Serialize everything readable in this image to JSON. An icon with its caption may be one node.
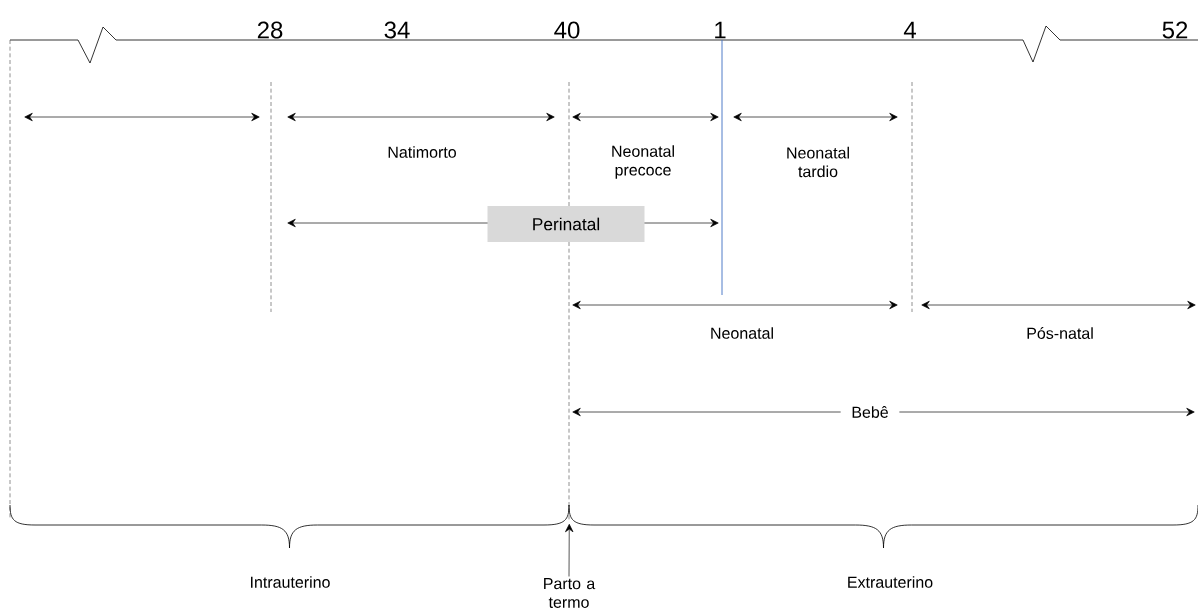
{
  "diagram": {
    "nodes": [
      {
        "text": [
          "Perinatal"
        ]
      },
      {
        "text": [
          "Parto a termo"
        ]
      },
      {
        "text": [],
        "shape": "brace"
      },
      {
        "text": [],
        "shape": "brace"
      }
    ],
    "edges": [
      {
        "from": 1,
        "to": 2,
        "arrow": "to"
      }
    ],
    "labels": [
      "28",
      "34",
      "40",
      "1",
      "4",
      "52",
      "Natimorto",
      "Neonatal precoce",
      "Neonatal tardio",
      "Neonatal",
      "Pós-natal",
      "Bebê",
      "Intrauterino",
      "Extrauterino"
    ]
  }
}
